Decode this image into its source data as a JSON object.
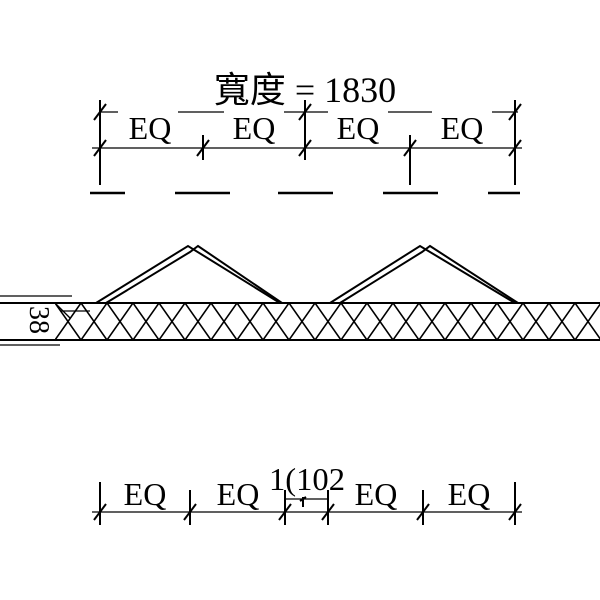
{
  "title": "寬度 = 1830",
  "top_dims": [
    "EQ",
    "EQ",
    "EQ",
    "EQ"
  ],
  "bottom_dims": [
    "EQ",
    "EQ",
    "EQ",
    "EQ"
  ],
  "bottom_gap_label": "1(102",
  "left_label": "38",
  "colors": {
    "line": "#000000",
    "background": "#ffffff"
  }
}
